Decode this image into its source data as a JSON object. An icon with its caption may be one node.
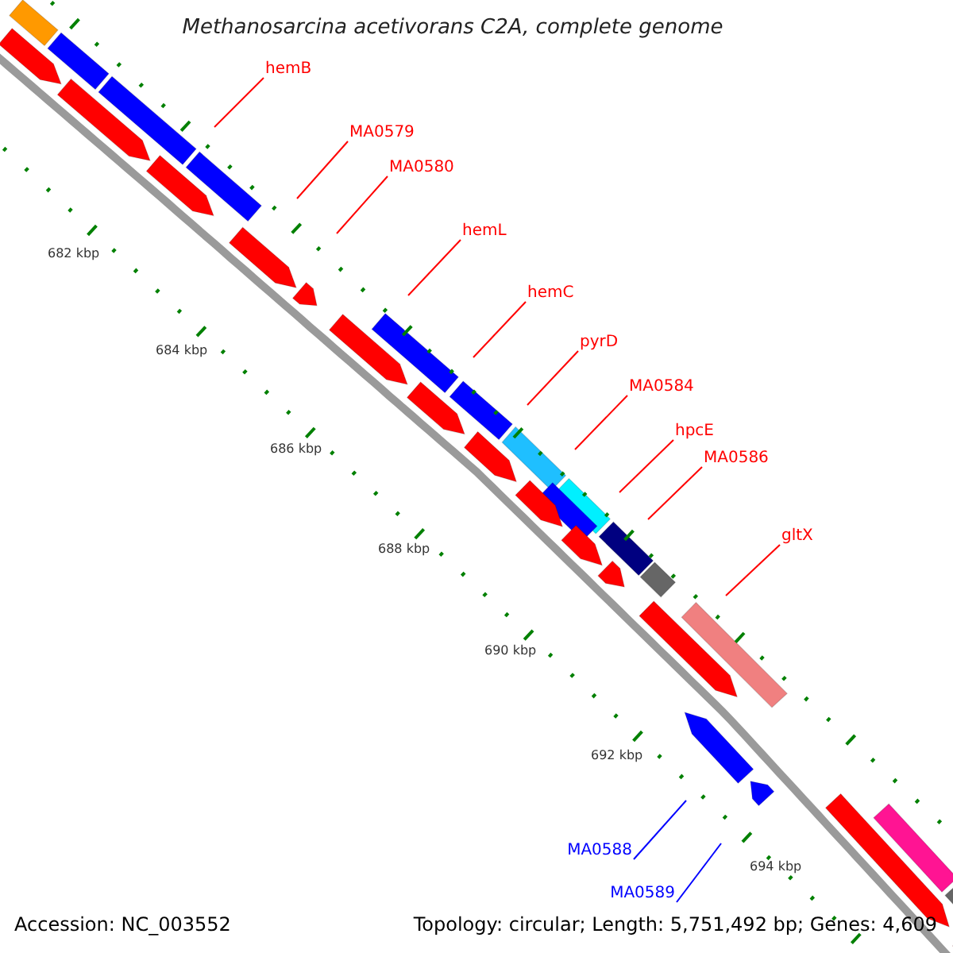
{
  "diagram": {
    "title": "Methanosarcina acetivorans C2A, complete genome",
    "nodes": [
      {
        "text": [
          "hemB"
        ]
      },
      {
        "text": [
          "MA0579"
        ]
      },
      {
        "text": [
          "MA0580"
        ]
      },
      {
        "text": [
          "hemL"
        ]
      },
      {
        "text": [
          "hemC"
        ]
      },
      {
        "text": [
          "pyrD"
        ]
      },
      {
        "text": [
          "MA0584"
        ]
      },
      {
        "text": [
          "hpcE"
        ]
      },
      {
        "text": [
          "MA0586"
        ]
      },
      {
        "text": [
          "gltX"
        ]
      },
      {
        "text": [
          "MA0588"
        ]
      },
      {
        "text": [
          "MA0589"
        ]
      }
    ],
    "edges": [
      {
        "from": 0,
        "to": null,
        "arrow": "none"
      },
      {
        "from": 1,
        "to": null,
        "arrow": "none"
      },
      {
        "from": 2,
        "to": null,
        "arrow": "none"
      },
      {
        "from": 3,
        "to": null,
        "arrow": "none"
      },
      {
        "from": 4,
        "to": null,
        "arrow": "none"
      },
      {
        "from": 5,
        "to": null,
        "arrow": "none"
      },
      {
        "from": 6,
        "to": null,
        "arrow": "none"
      },
      {
        "from": 7,
        "to": null,
        "arrow": "none"
      },
      {
        "from": 8,
        "to": null,
        "arrow": "none"
      },
      {
        "from": 9,
        "to": null,
        "arrow": "none"
      },
      {
        "from": 10,
        "to": null,
        "arrow": "none",
        "color": "#0000ff"
      },
      {
        "from": 11,
        "to": null,
        "arrow": "none",
        "color": "#0000ff"
      }
    ],
    "labels": [
      "682 kbp",
      "684 kbp",
      "686 kbp",
      "688 kbp",
      "690 kbp",
      "692 kbp",
      "694 kbp",
      "Accession: NC_003552",
      "Topology: circular; Length: 5,751,492 bp; Genes: 4,609"
    ]
  }
}
